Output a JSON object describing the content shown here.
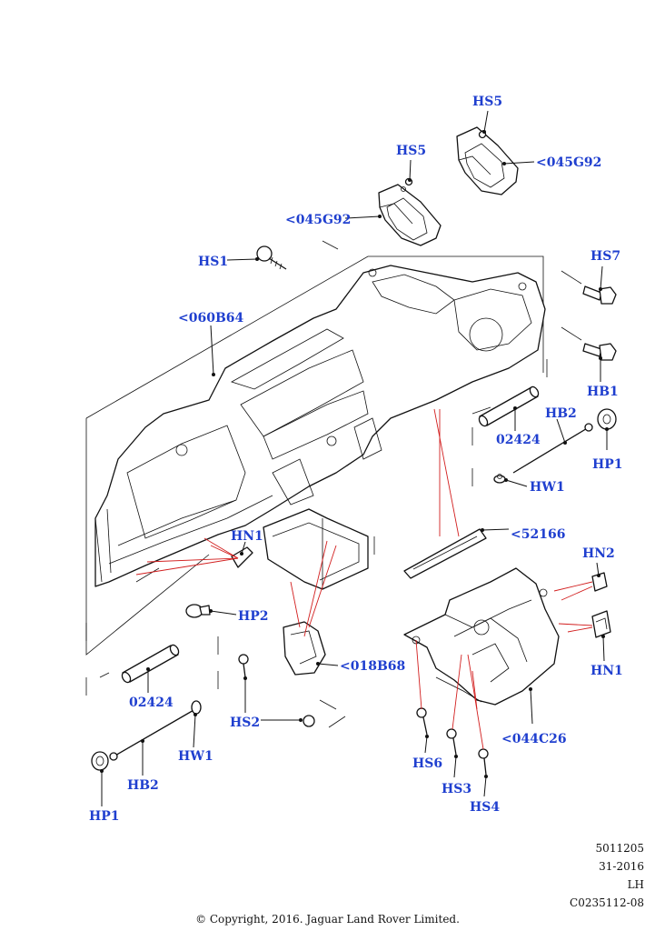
{
  "callouts": [
    {
      "id": "hs5-top",
      "text": "HS5"
    },
    {
      "id": "g92-right",
      "text": "<045G92"
    },
    {
      "id": "hs5-mid",
      "text": "HS5"
    },
    {
      "id": "g92-left",
      "text": "<045G92"
    },
    {
      "id": "hs1",
      "text": "HS1"
    },
    {
      "id": "hs7",
      "text": "HS7"
    },
    {
      "id": "b64",
      "text": "<060B64"
    },
    {
      "id": "hb1",
      "text": "HB1"
    },
    {
      "id": "hb2-right",
      "text": "HB2"
    },
    {
      "id": "tube-right",
      "text": "02424"
    },
    {
      "id": "hp1-right",
      "text": "HP1"
    },
    {
      "id": "hw1-right",
      "text": "HW1"
    },
    {
      "id": "c52166",
      "text": "<52166"
    },
    {
      "id": "hn1-left",
      "text": "HN1"
    },
    {
      "id": "hn2",
      "text": "HN2"
    },
    {
      "id": "hp2",
      "text": "HP2"
    },
    {
      "id": "hn1-right",
      "text": "HN1"
    },
    {
      "id": "b68",
      "text": "<018B68"
    },
    {
      "id": "tube-left",
      "text": "02424"
    },
    {
      "id": "hs2",
      "text": "HS2"
    },
    {
      "id": "hs6",
      "text": "HS6"
    },
    {
      "id": "c26",
      "text": "<044C26"
    },
    {
      "id": "hw1-left",
      "text": "HW1"
    },
    {
      "id": "hs3",
      "text": "HS3"
    },
    {
      "id": "hb2-left",
      "text": "HB2"
    },
    {
      "id": "hs4",
      "text": "HS4"
    },
    {
      "id": "hp1-left",
      "text": "HP1"
    }
  ],
  "meta": {
    "ref": "5011205",
    "code": "31-2016",
    "side": "LH",
    "illustration": "C0235112-08"
  },
  "footer": "© Copyright, 2016. Jaguar Land Rover Limited."
}
